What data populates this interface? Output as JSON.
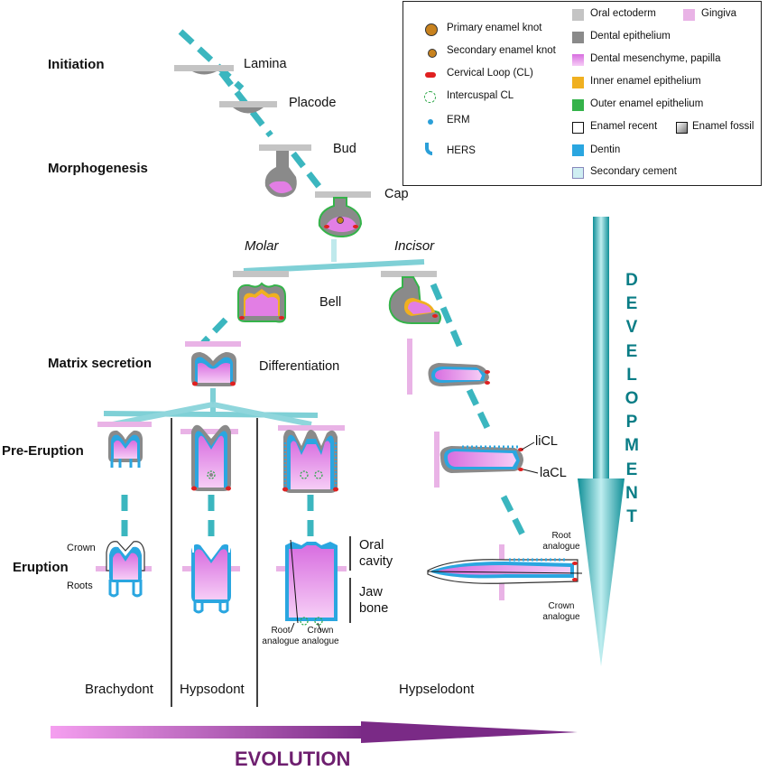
{
  "stages": {
    "initiation": "Initiation",
    "morphogenesis": "Morphogenesis",
    "matrix_secretion": "Matrix secretion",
    "pre_eruption": "Pre-Eruption",
    "eruption": "Eruption"
  },
  "steps": {
    "lamina": "Lamina",
    "placode": "Placode",
    "bud": "Bud",
    "cap": "Cap",
    "bell": "Bell",
    "differentiation": "Differentiation"
  },
  "branches": {
    "molar": "Molar",
    "incisor": "Incisor"
  },
  "annotations": {
    "crown": "Crown",
    "roots": "Roots",
    "oral_cavity_1": "Oral",
    "oral_cavity_2": "cavity",
    "jaw_bone_1": "Jaw",
    "jaw_bone_2": "bone",
    "root_analogue": "Root analogue",
    "crown_analogue": "Crown analogue",
    "licl": "liCL",
    "lacl": "laCL"
  },
  "tooth_types": {
    "brachydont": "Brachydont",
    "hypsodont": "Hypsodont",
    "hypselodont": "Hypselodont"
  },
  "legend": {
    "symbols": [
      {
        "label": "Primary enamel knot",
        "icon": "primary-enamel-knot-icon",
        "color": "#c8821e"
      },
      {
        "label": "Secondary enamel knot",
        "icon": "secondary-enamel-knot-icon",
        "color": "#c8821e"
      },
      {
        "label": "Cervical Loop (CL)",
        "icon": "cervical-loop-icon",
        "color": "#e02020"
      },
      {
        "label": "Intercuspal CL",
        "icon": "intercuspal-cl-icon",
        "color": "#2fa84a"
      },
      {
        "label": "ERM",
        "icon": "erm-icon",
        "color": "#2a9fd8"
      },
      {
        "label": "HERS",
        "icon": "hers-icon",
        "color": "#2a9fd8"
      }
    ],
    "colors": [
      {
        "label": "Oral ectoderm",
        "color": "#c4c4c4"
      },
      {
        "label": "Dental epithelium",
        "color": "#8a8a8a"
      },
      {
        "label": "Dental mesenchyme, papilla",
        "color": "#e27ee4"
      },
      {
        "label": "Inner enamel epithelium",
        "color": "#f0b020"
      },
      {
        "label": "Outer enamel epithelium",
        "color": "#35b34a"
      },
      {
        "label": "Enamel recent",
        "color": "#ffffff"
      },
      {
        "label": "Dentin",
        "color": "#2aa6e0"
      },
      {
        "label": "Secondary cement",
        "color": "#cfeef2"
      }
    ],
    "gingiva": {
      "label": "Gingiva",
      "color": "#e9b3e6"
    },
    "enamel_fossil": {
      "label": "Enamel fossil",
      "color": "#9a9a9a"
    }
  },
  "development_letters": [
    "D",
    "E",
    "V",
    "E",
    "L",
    "O",
    "P",
    "M",
    "E",
    "N",
    "T"
  ],
  "evolution_label": "EVOLUTION",
  "colors": {
    "connector": "#2aaeb8",
    "development_arrow": "#1aa0a8",
    "evolution_start": "#f59ff0",
    "evolution_end": "#7a2a86"
  }
}
